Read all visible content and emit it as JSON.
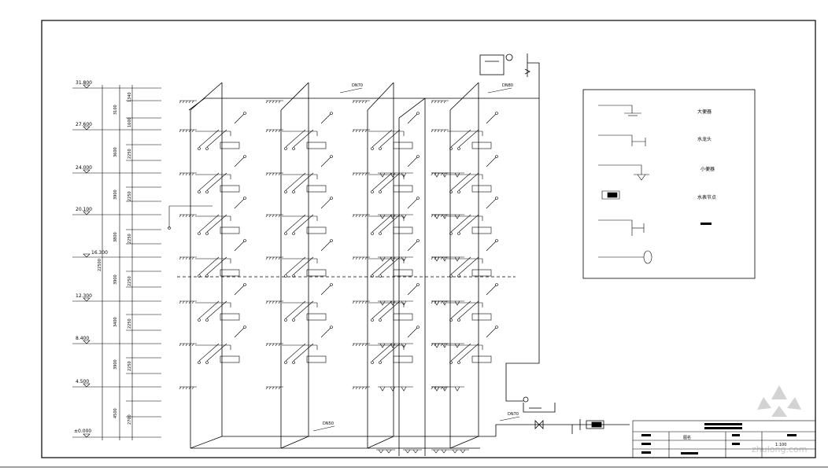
{
  "drawing": {
    "elevations": [
      "31.800",
      "27.600",
      "24.000",
      "20.100",
      "16.300",
      "12.300",
      "8.400",
      "4.500",
      "±0.000"
    ],
    "floor_heights": [
      "3100",
      "3600",
      "3900",
      "3800",
      "3900",
      "3400",
      "3900",
      "4500"
    ],
    "sub_dims": [
      "1340",
      "1600",
      "2250",
      "2250",
      "2250",
      "2250",
      "2250",
      "2250",
      "2700"
    ],
    "left_total": "22500",
    "pipe_labels": {
      "main_top_1": "DN70",
      "main_top_2": "DN80",
      "bottom_main": "DN50",
      "outlet": "DN70"
    }
  },
  "legend": {
    "items": [
      {
        "label": "大便器",
        "icon": "toilet-symbol-icon"
      },
      {
        "label": "水龙头",
        "icon": "faucet-symbol-icon"
      },
      {
        "label": "小便器",
        "icon": "urinal-symbol-icon"
      },
      {
        "label": "水表节点",
        "icon": "water-meter-node-icon"
      },
      {
        "label": "",
        "icon": "valve-symbol-icon"
      },
      {
        "label": "",
        "icon": "shower-symbol-icon"
      }
    ]
  },
  "title_block": {
    "name_label": "图名",
    "scale": "1:100"
  },
  "watermark": {
    "text": "zhulong.com"
  }
}
